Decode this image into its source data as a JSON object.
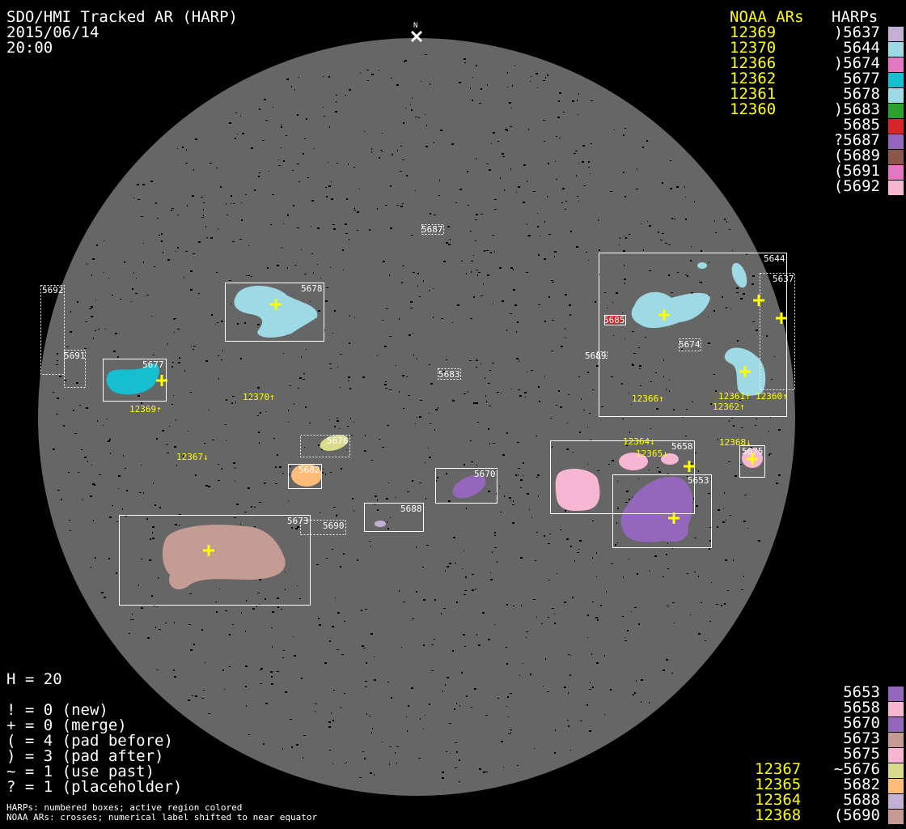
{
  "header": {
    "title": "SDO/HMI Tracked AR (HARP)",
    "date": "2015/06/14",
    "time": "20:00",
    "north_label": "N"
  },
  "top_legend": {
    "noaa_header": "NOAA ARs",
    "harps_header": "HARPs",
    "noaa": [
      "12369",
      "12370",
      "12366",
      "12362",
      "12361",
      "12360"
    ],
    "harps": [
      {
        "label": ")5637",
        "color": "#c5b0d5"
      },
      {
        "label": "5644",
        "color": "#9edae5"
      },
      {
        "label": ")5674",
        "color": "#e377c2"
      },
      {
        "label": "5677",
        "color": "#17becf"
      },
      {
        "label": "5678",
        "color": "#9edae5"
      },
      {
        "label": ")5683",
        "color": "#2ca02c"
      },
      {
        "label": "5685",
        "color": "#d62728"
      },
      {
        "label": "?5687",
        "color": "#9467bd"
      },
      {
        "label": "(5689",
        "color": "#8c564b"
      },
      {
        "label": "(5691",
        "color": "#e377c2"
      },
      {
        "label": "(5692",
        "color": "#f7b6d2"
      }
    ]
  },
  "bottom_legend": {
    "harps": [
      {
        "label": "5653",
        "color": "#9467bd",
        "noaa": ""
      },
      {
        "label": "5658",
        "color": "#f7b6d2",
        "noaa": ""
      },
      {
        "label": "5670",
        "color": "#9467bd",
        "noaa": ""
      },
      {
        "label": "5673",
        "color": "#c49c94",
        "noaa": ""
      },
      {
        "label": "5675",
        "color": "#f7b6d2",
        "noaa": ""
      },
      {
        "label": "~5676",
        "color": "#dbdb8d",
        "noaa": "12367"
      },
      {
        "label": "5682",
        "color": "#ffbb78",
        "noaa": "12365"
      },
      {
        "label": "5688",
        "color": "#c5b0d5",
        "noaa": "12364"
      },
      {
        "label": "(5690",
        "color": "#c49c94",
        "noaa": "12368"
      }
    ]
  },
  "stats": {
    "h": "H = 20",
    "lines": [
      "! = 0 (new)",
      "+ = 0 (merge)",
      "( = 4 (pad before)",
      ") = 3 (pad after)",
      "~ = 1 (use past)",
      "? = 1 (placeholder)"
    ],
    "notes": [
      "HARPs: numbered boxes; active region colored",
      "NOAA ARs: crosses; numerical label shifted to near equator"
    ]
  },
  "map": {
    "box_labels": [
      "5692",
      "5691",
      "5677",
      "5678",
      "5644",
      "5637",
      "5685",
      "5674",
      "5689",
      "5683",
      "5687",
      "5676",
      "5682",
      "5670",
      "5688",
      "5673",
      "5690",
      "5658",
      "5653",
      "5675"
    ],
    "noaa_labels": [
      "12369↑",
      "12370↑",
      "12367↓",
      "12366↑",
      "12361↑",
      "12360↑",
      "12362↑",
      "12364↓",
      "12365↓",
      "12368↓"
    ]
  }
}
